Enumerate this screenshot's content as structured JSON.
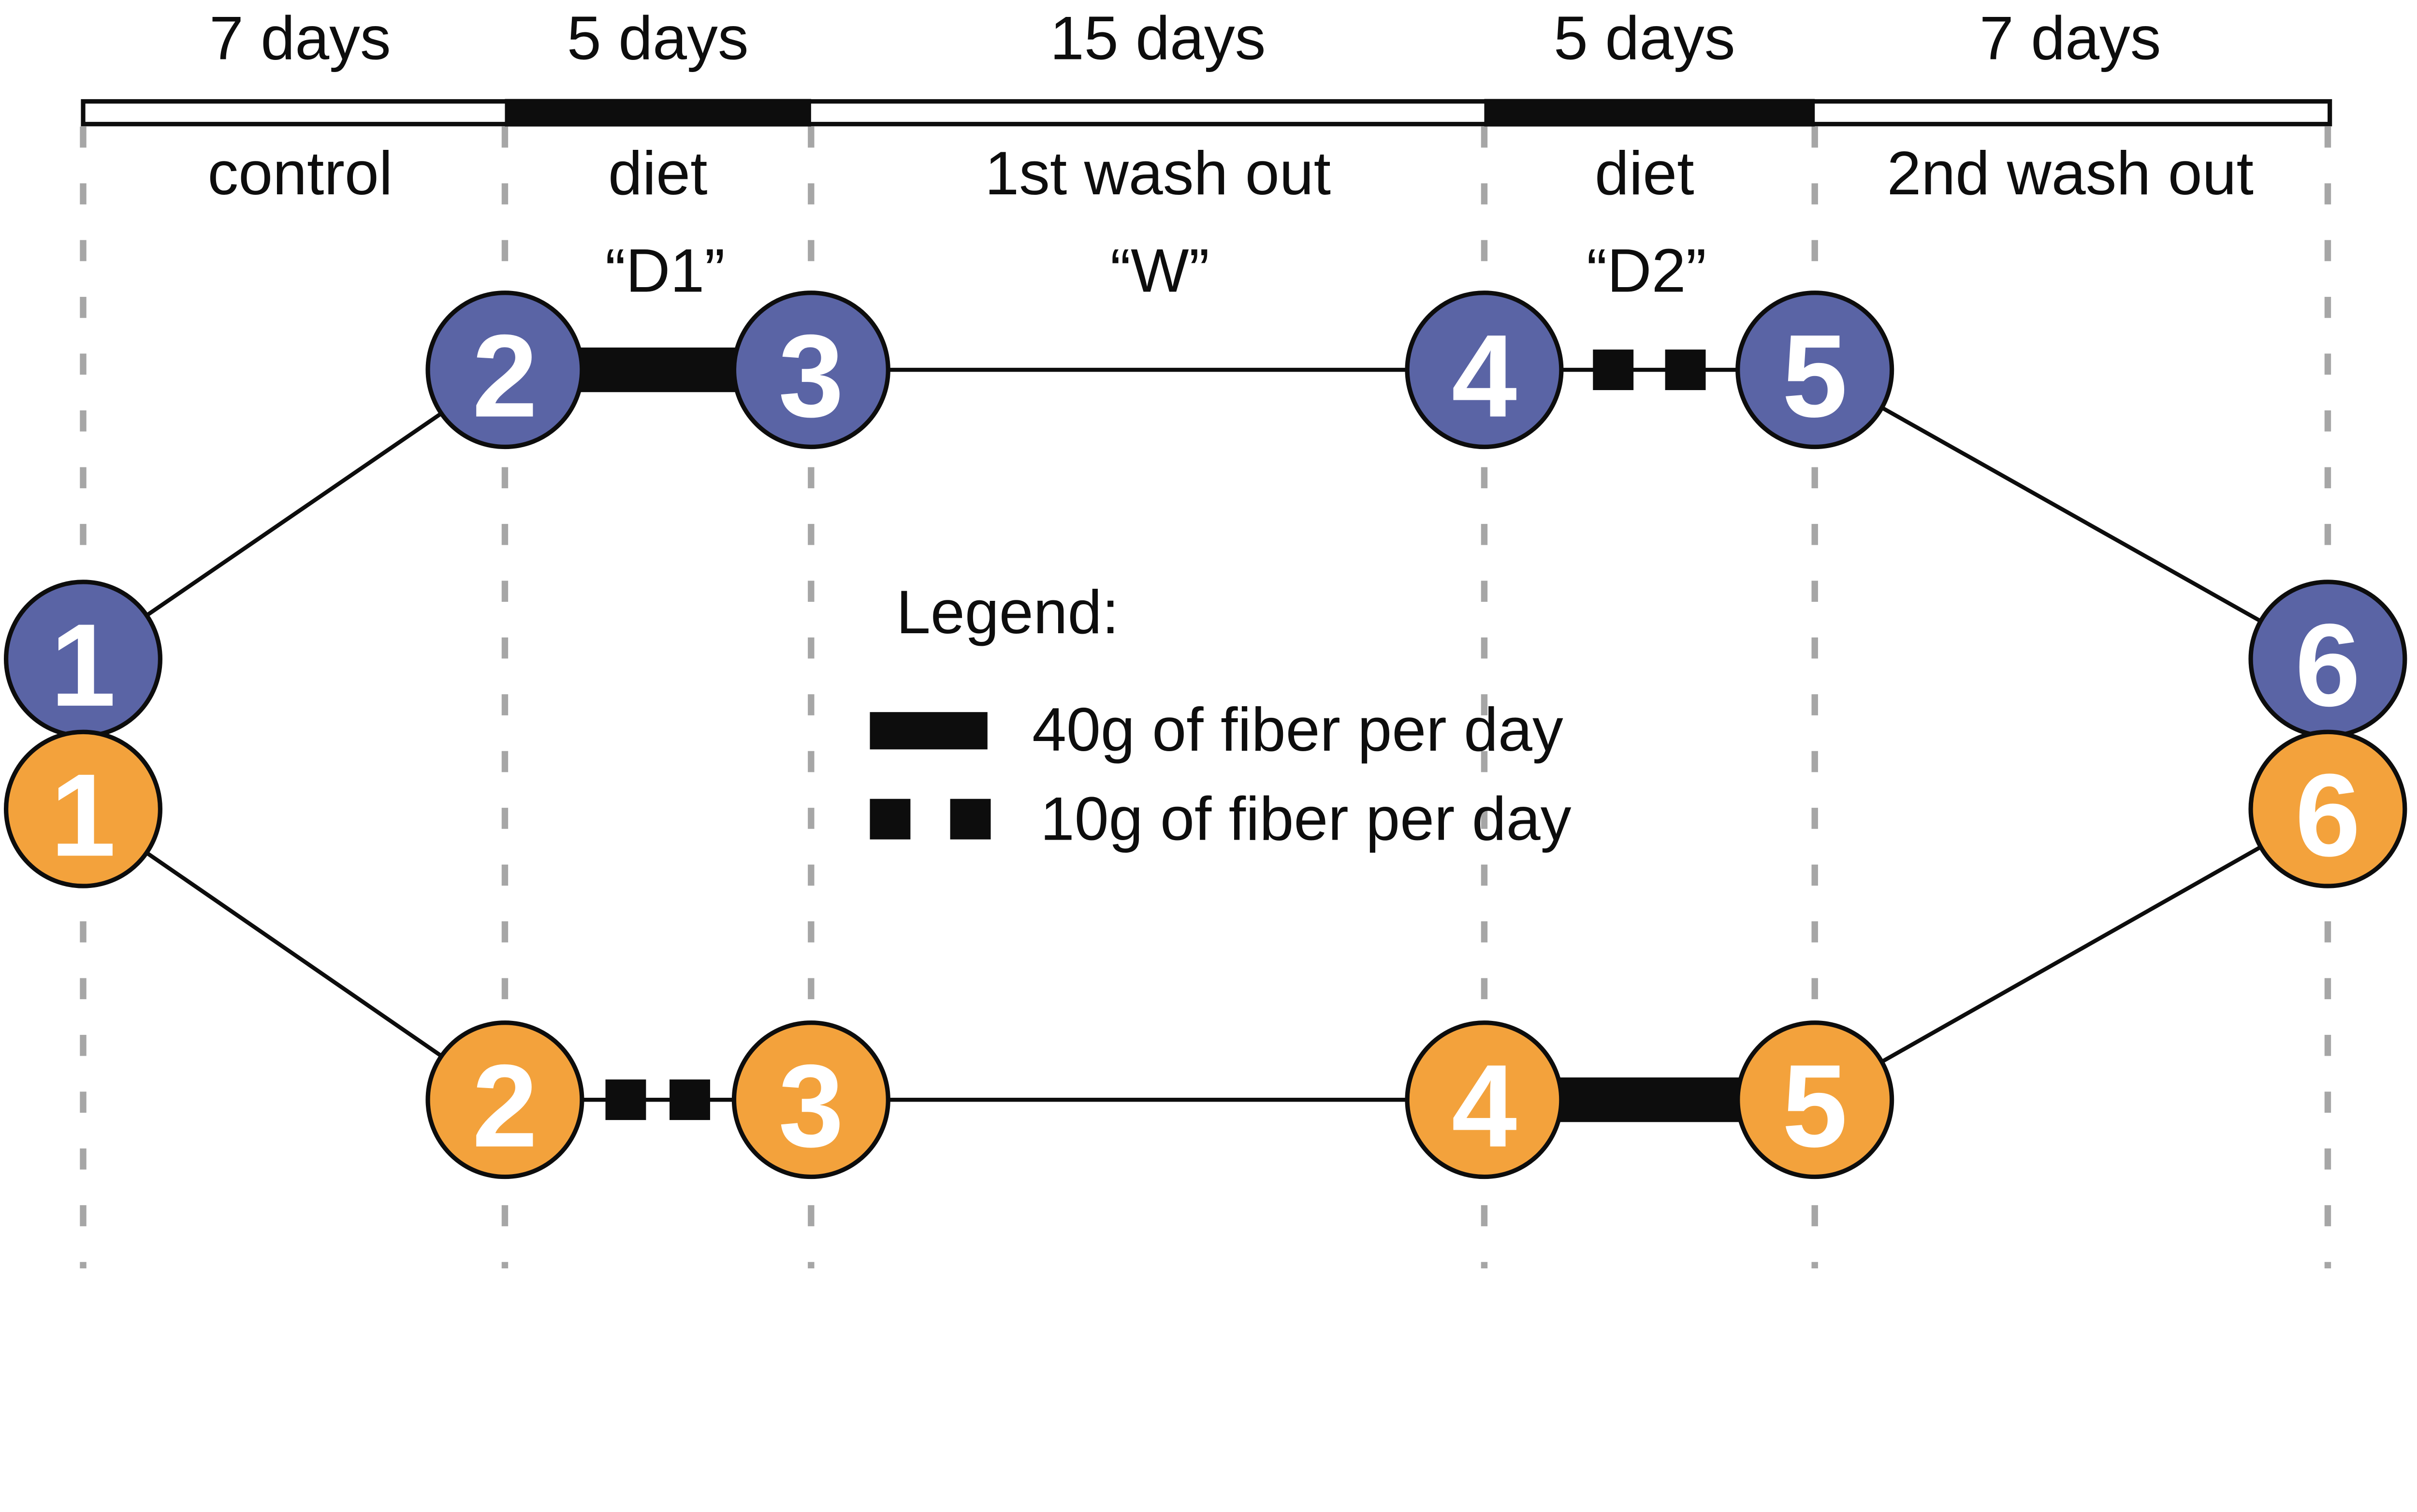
{
  "figure": {
    "type": "crossover-feeding-study-timeline",
    "description_visible_text_only": true
  },
  "timeline": {
    "durations": [
      {
        "label": "7 days"
      },
      {
        "label": "5 days"
      },
      {
        "label": "15 days"
      },
      {
        "label": "5 days"
      },
      {
        "label": "7 days"
      }
    ],
    "phases": [
      {
        "label": "control"
      },
      {
        "label": "diet"
      },
      {
        "label": "1st wash out"
      },
      {
        "label": "diet"
      },
      {
        "label": "2nd wash out"
      }
    ],
    "codes": [
      {
        "label": "“D1”"
      },
      {
        "label": "“W”"
      },
      {
        "label": "“D2”"
      }
    ]
  },
  "legend": {
    "title": "Legend:",
    "items": [
      {
        "swatch": "solid-thick-bar",
        "label": "40g of fiber per day"
      },
      {
        "swatch": "two-small-squares",
        "label": "10g of fiber per day"
      }
    ]
  },
  "arms": {
    "blue": {
      "color": "#5A64A5",
      "nodes": [
        "1",
        "2",
        "3",
        "4",
        "5",
        "6"
      ],
      "segments": [
        {
          "from": "2",
          "to": "3",
          "dose": "40g of fiber per day",
          "code": "“D1”"
        },
        {
          "from": "4",
          "to": "5",
          "dose": "10g of fiber per day",
          "code": "“D2”"
        }
      ]
    },
    "orange": {
      "color": "#F3A23C",
      "nodes": [
        "1",
        "2",
        "3",
        "4",
        "5",
        "6"
      ],
      "segments": [
        {
          "from": "2",
          "to": "3",
          "dose": "10g of fiber per day",
          "code": "“D1”"
        },
        {
          "from": "4",
          "to": "5",
          "dose": "40g of fiber per day",
          "code": "“D2”"
        }
      ]
    }
  },
  "colors": {
    "ink": "#0d0d0d",
    "guide": "#A6A6A6",
    "blue_node": "#5A64A5",
    "orange_node": "#F3A23C",
    "background": "#ffffff"
  }
}
